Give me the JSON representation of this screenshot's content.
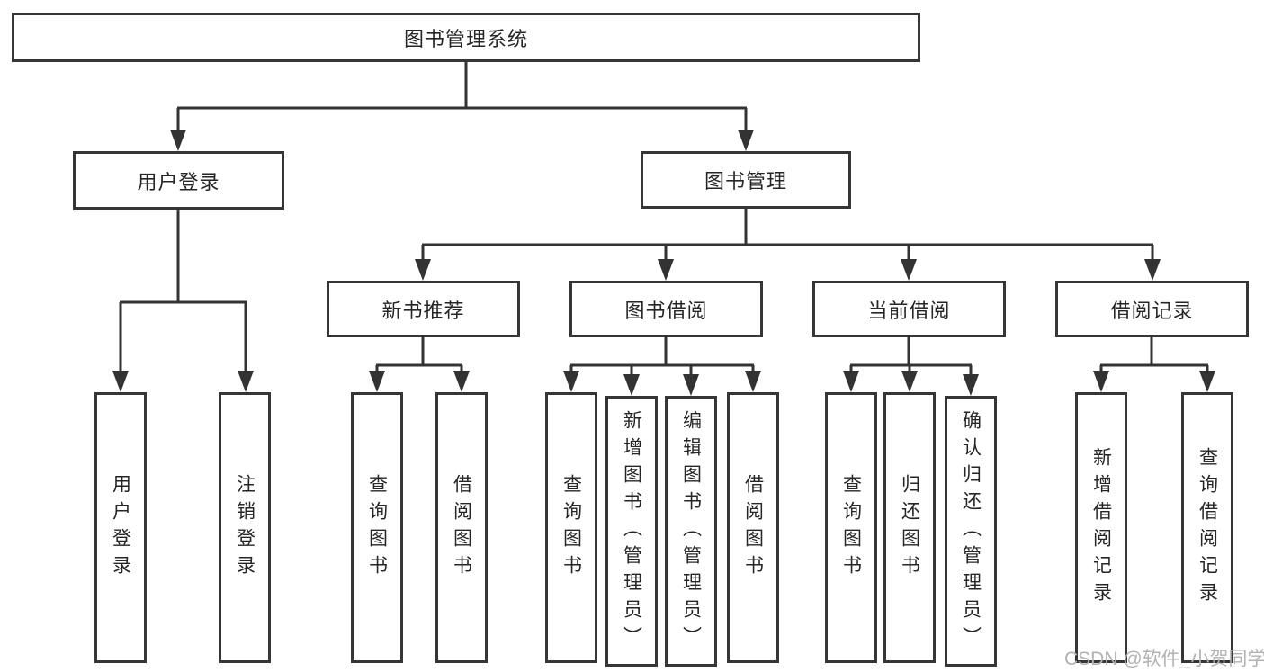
{
  "diagram": {
    "title": "图书管理系统",
    "branches": [
      {
        "label": "用户登录",
        "children": [
          {
            "label": "用户登录"
          },
          {
            "label": "注销登录"
          }
        ]
      },
      {
        "label": "图书管理",
        "children": [
          {
            "label": "新书推荐",
            "children": [
              {
                "label": "查询图书"
              },
              {
                "label": "借阅图书"
              }
            ]
          },
          {
            "label": "图书借阅",
            "children": [
              {
                "label": "查询图书"
              },
              {
                "label": "新增图书（管理员）"
              },
              {
                "label": "编辑图书（管理员）"
              },
              {
                "label": "借阅图书"
              }
            ]
          },
          {
            "label": "当前借阅",
            "children": [
              {
                "label": "查询图书"
              },
              {
                "label": "归还图书"
              },
              {
                "label": "确认归还（管理员）"
              }
            ]
          },
          {
            "label": "借阅记录",
            "children": [
              {
                "label": "新增借阅记录"
              },
              {
                "label": "查询借阅记录"
              }
            ]
          }
        ]
      }
    ]
  },
  "watermark": {
    "text": "CSDN @软件_小贺同学"
  },
  "colors": {
    "line": "#333333",
    "border": "#363636",
    "text": "#262626",
    "watermark": "#b2b2b2"
  }
}
